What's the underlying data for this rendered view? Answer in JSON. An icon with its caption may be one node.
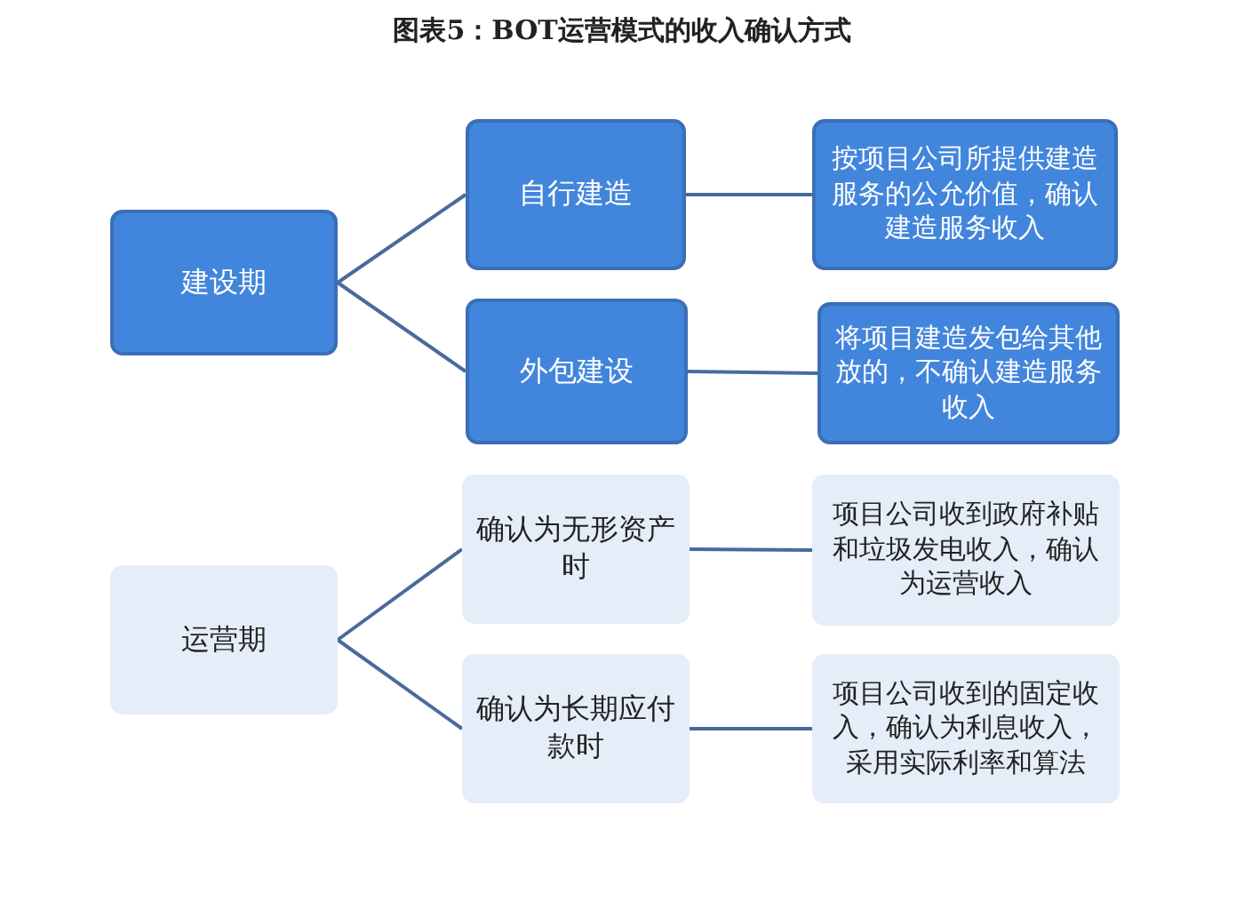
{
  "diagram": {
    "title": "图表5：BOT运营模式的收入确认方式",
    "nodes": [
      {
        "text": [
          "建设期"
        ]
      },
      {
        "text": [
          "自行建造"
        ]
      },
      {
        "text": [
          "外包建设"
        ]
      },
      {
        "text": [
          "按项目公司所提供建造服务的公允价值，确认建造服务收入"
        ]
      },
      {
        "text": [
          "将项目建造发包给其他放的，不确认建造服务收入"
        ]
      },
      {
        "text": [
          "运营期"
        ]
      },
      {
        "text": [
          "确认为无形资产时"
        ]
      },
      {
        "text": [
          "确认为长期应付款时"
        ]
      },
      {
        "text": [
          "项目公司收到政府补贴和垃圾发电收入，确认为运营收入"
        ]
      },
      {
        "text": [
          "项目公司收到的固定收入，确认为利息收入，采用实际利率和算法"
        ]
      }
    ],
    "edges": [
      {
        "from": 0,
        "to": 1,
        "arrow": "none"
      },
      {
        "from": 0,
        "to": 2,
        "arrow": "none"
      },
      {
        "from": 1,
        "to": 3,
        "arrow": "none"
      },
      {
        "from": 2,
        "to": 4,
        "arrow": "none"
      },
      {
        "from": 5,
        "to": 6,
        "arrow": "none"
      },
      {
        "from": 5,
        "to": 7,
        "arrow": "none"
      },
      {
        "from": 6,
        "to": 8,
        "arrow": "none"
      },
      {
        "from": 7,
        "to": 9,
        "arrow": "none"
      }
    ]
  }
}
